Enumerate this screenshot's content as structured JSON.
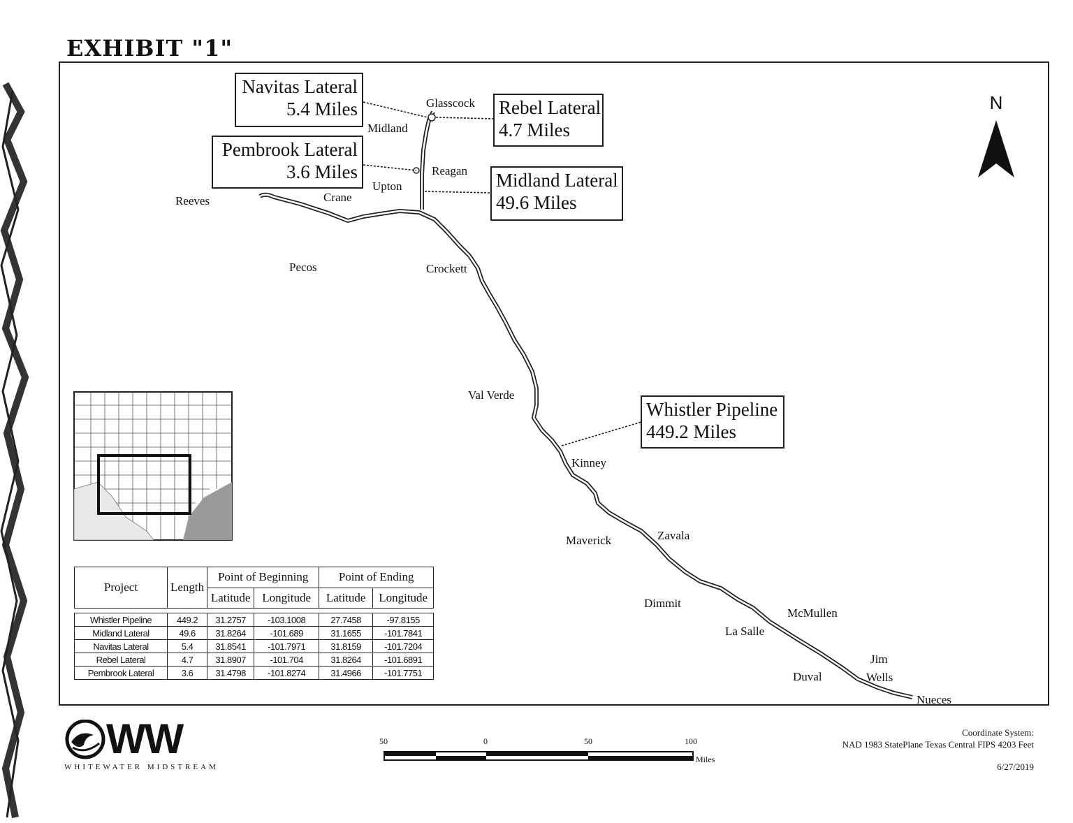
{
  "exhibit_title": "EXHIBIT \"1\"",
  "north_label": "N",
  "counties": {
    "glasscock": "Glasscock",
    "midland": "Midland",
    "reagan": "Reagan",
    "upton": "Upton",
    "crane": "Crane",
    "reeves": "Reeves",
    "pecos": "Pecos",
    "crockett": "Crockett",
    "val_verde": "Val Verde",
    "kinney": "Kinney",
    "maverick": "Maverick",
    "zavala": "Zavala",
    "dimmit": "Dimmit",
    "la_salle": "La Salle",
    "mcmullen": "McMullen",
    "duval": "Duval",
    "jim": "Jim",
    "wells": "Wells",
    "nueces": "Nueces"
  },
  "callouts": {
    "navitas": {
      "name": "Navitas Lateral",
      "length": "5.4 Miles"
    },
    "rebel": {
      "name": "Rebel Lateral",
      "length": "4.7 Miles"
    },
    "pembrook": {
      "name": "Pembrook Lateral",
      "length": "3.6 Miles"
    },
    "midland": {
      "name": "Midland Lateral",
      "length": "49.6 Miles"
    },
    "whistler": {
      "name": "Whistler Pipeline",
      "length": "449.2 Miles"
    }
  },
  "table": {
    "headers": {
      "project": "Project",
      "length": "Length",
      "beginning": "Point of Beginning",
      "ending": "Point of Ending",
      "latitude": "Latitude",
      "longitude": "Longitude"
    },
    "rows": [
      {
        "project": "Whistler Pipeline",
        "length": "449.2",
        "b_lat": "31.2757",
        "b_lon": "-103.1008",
        "e_lat": "27.7458",
        "e_lon": "-97.8155"
      },
      {
        "project": "Midland Lateral",
        "length": "49.6",
        "b_lat": "31.8264",
        "b_lon": "-101.689",
        "e_lat": "31.1655",
        "e_lon": "-101.7841"
      },
      {
        "project": "Navitas Lateral",
        "length": "5.4",
        "b_lat": "31.8541",
        "b_lon": "-101.7971",
        "e_lat": "31.8159",
        "e_lon": "-101.7204"
      },
      {
        "project": "Rebel Lateral",
        "length": "4.7",
        "b_lat": "31.8907",
        "b_lon": "-101.704",
        "e_lat": "31.8264",
        "e_lon": "-101.6891"
      },
      {
        "project": "Pembrook Lateral",
        "length": "3.6",
        "b_lat": "31.4798",
        "b_lon": "-101.8274",
        "e_lat": "31.4966",
        "e_lon": "-101.7751"
      }
    ]
  },
  "logo": {
    "mark": "WW",
    "company": "WHITEWATER MIDSTREAM"
  },
  "scale": {
    "ticks": [
      "50",
      "0",
      "50",
      "100"
    ],
    "unit": "Miles"
  },
  "coordinate_system": {
    "line1": "Coordinate System:",
    "line2": "NAD 1983 StatePlane Texas Central FIPS 4203 Feet"
  },
  "date": "6/27/2019"
}
